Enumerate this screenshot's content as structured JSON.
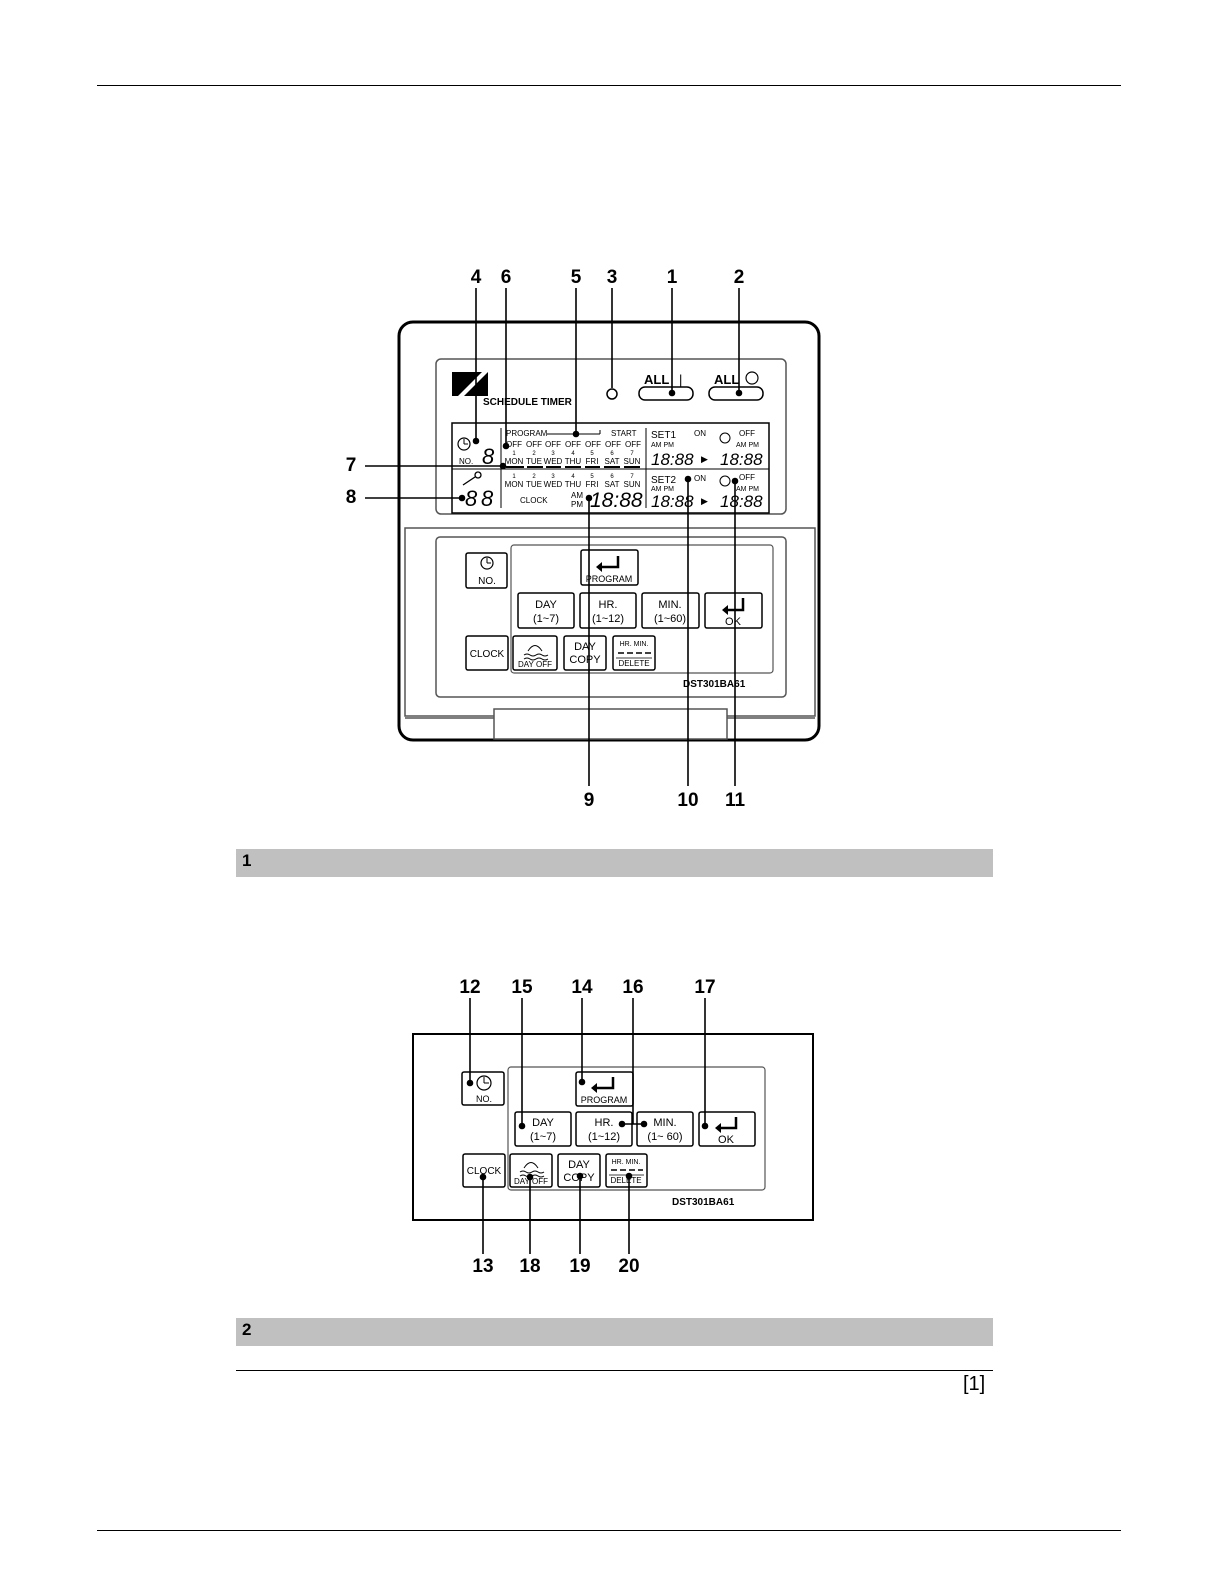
{
  "figure1": {
    "callouts": [
      "4",
      "6",
      "5",
      "3",
      "1",
      "2",
      "7",
      "8",
      "9",
      "10",
      "11"
    ],
    "header": {
      "schedule_timer": "SCHEDULE TIMER",
      "all_on": "ALL",
      "all_on_mark": "|",
      "all_off": "ALL"
    },
    "display": {
      "no_label": "NO.",
      "program": "PROGRAM",
      "start": "START",
      "off_word": "OFF",
      "day_numbers": [
        "1",
        "2",
        "3",
        "4",
        "5",
        "6",
        "7"
      ],
      "days": [
        "MON",
        "TUE",
        "WED",
        "THU",
        "FRI",
        "SAT",
        "SUN"
      ],
      "clock": "CLOCK",
      "am": "AM",
      "pm": "PM",
      "am_pm": "AM PM",
      "digits": "18:88",
      "digit_single": "8",
      "set1": "SET1",
      "set2": "SET2",
      "on": "ON",
      "off": "OFF",
      "arrow": "▶"
    },
    "buttons": {
      "no": "NO.",
      "program": "PROGRAM",
      "day_top": "DAY",
      "day_bottom": "(1~7)",
      "hr_top": "HR.",
      "hr_bottom": "(1~12)",
      "min_top": "MIN.",
      "min_bottom": "(1~60)",
      "ok": "OK",
      "clock": "CLOCK",
      "day_off": "DAY OFF",
      "day_copy_top": "DAY",
      "day_copy_bottom": "COPY",
      "hr_min": "HR. MIN.",
      "delete": "DELETE"
    },
    "model": "DST301BA61"
  },
  "section1": {
    "label": "1"
  },
  "figure2": {
    "callouts_top": [
      "12",
      "15",
      "14",
      "16",
      "17"
    ],
    "callouts_bottom": [
      "13",
      "18",
      "19",
      "20"
    ],
    "buttons": {
      "no": "NO.",
      "program": "PROGRAM",
      "day_top": "DAY",
      "day_bottom": "(1~7)",
      "hr_top": "HR.",
      "hr_bottom": "(1~12)",
      "min_top": "MIN.",
      "min_bottom": "(1~ 60)",
      "ok": "OK",
      "clock": "CLOCK",
      "day_off": "DAY OFF",
      "day_copy_top": "DAY",
      "day_copy_bottom": "COPY",
      "hr_min": "HR. MIN.",
      "delete": "DELETE"
    },
    "model": "DST301BA61"
  },
  "section2": {
    "label": "2"
  },
  "footer": {
    "ref": "[1]"
  }
}
